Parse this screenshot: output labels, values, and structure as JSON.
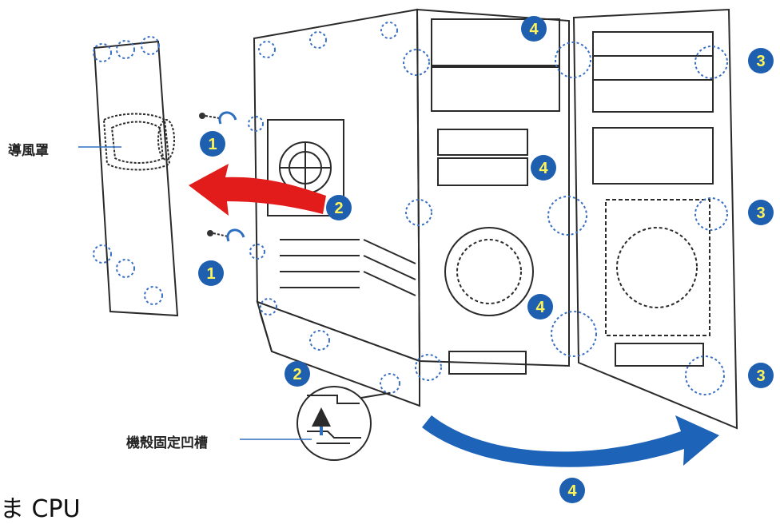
{
  "labels": {
    "air_duct": "導風罩",
    "chassis_groove": "機殼固定凹槽"
  },
  "footer_fragment": "ま CPU",
  "step_markers": [
    {
      "text": "1"
    },
    {
      "text": "1"
    },
    {
      "text": "2"
    },
    {
      "text": "2"
    },
    {
      "text": "3"
    },
    {
      "text": "3"
    },
    {
      "text": "3"
    },
    {
      "text": "4"
    },
    {
      "text": "4"
    },
    {
      "text": "4"
    },
    {
      "text": "4"
    }
  ],
  "colors": {
    "marker_fill": "#1f5fb0",
    "marker_text": "#fff45a",
    "arrow_red": "#e21b1b",
    "arrow_blue": "#1d63b8",
    "line": "#2a2a2a",
    "dotted_circle": "#3a70c4",
    "leader": "#2f6fbf"
  },
  "icons": [
    "screw-icon",
    "rotate-arrow-icon"
  ]
}
